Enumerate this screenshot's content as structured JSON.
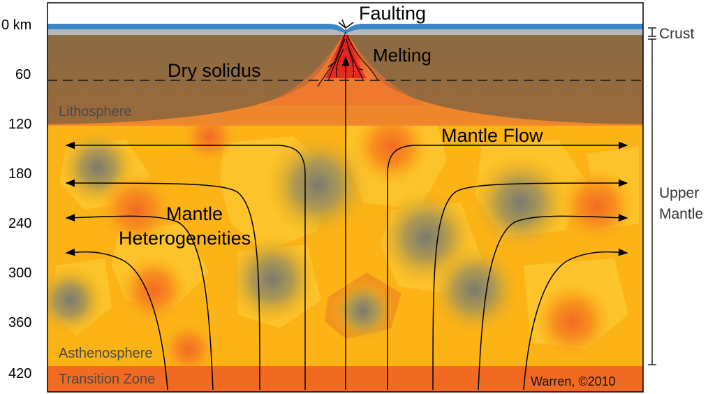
{
  "depth_axis": {
    "ticks": [
      "0 km",
      "60",
      "120",
      "180",
      "240",
      "300",
      "360",
      "420"
    ]
  },
  "labels": {
    "faulting": "Faulting",
    "melting": "Melting",
    "dry_solidus": "Dry solidus",
    "lithosphere": "Lithosphere",
    "mantle_flow": "Mantle Flow",
    "mantle_heterogeneities_line1": "Mantle",
    "mantle_heterogeneities_line2": "Heterogeneities",
    "asthenosphere": "Asthenosphere",
    "transition_zone": "Transition Zone",
    "credit": "Warren, ©2010"
  },
  "side_labels": {
    "crust": "Crust",
    "upper_mantle_line1": "Upper",
    "upper_mantle_line2": "Mantle"
  },
  "colors": {
    "ocean": "#3a86c8",
    "crust": "#b8b8b8",
    "lithosphere": "#8a6a44",
    "asthenosphere": "#fbb316",
    "transition_zone": "#f26a22",
    "melt": "#e02020"
  }
}
